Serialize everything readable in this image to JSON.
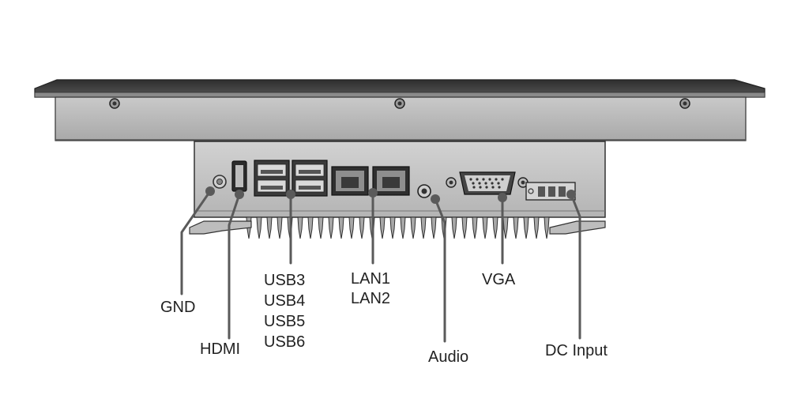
{
  "labels": {
    "gnd": "GND",
    "hdmi": "HDMI",
    "usb": [
      "USB3",
      "USB4",
      "USB5",
      "USB6"
    ],
    "lan": [
      "LAN1",
      "LAN2"
    ],
    "audio": "Audio",
    "vga": "VGA",
    "dc_input": "DC Input"
  },
  "colors": {
    "chassis": "#b9b9b9",
    "chassis_dark": "#4a4a4a",
    "lid": "#3c3c3c",
    "leader": "#555555",
    "text": "#222222"
  }
}
